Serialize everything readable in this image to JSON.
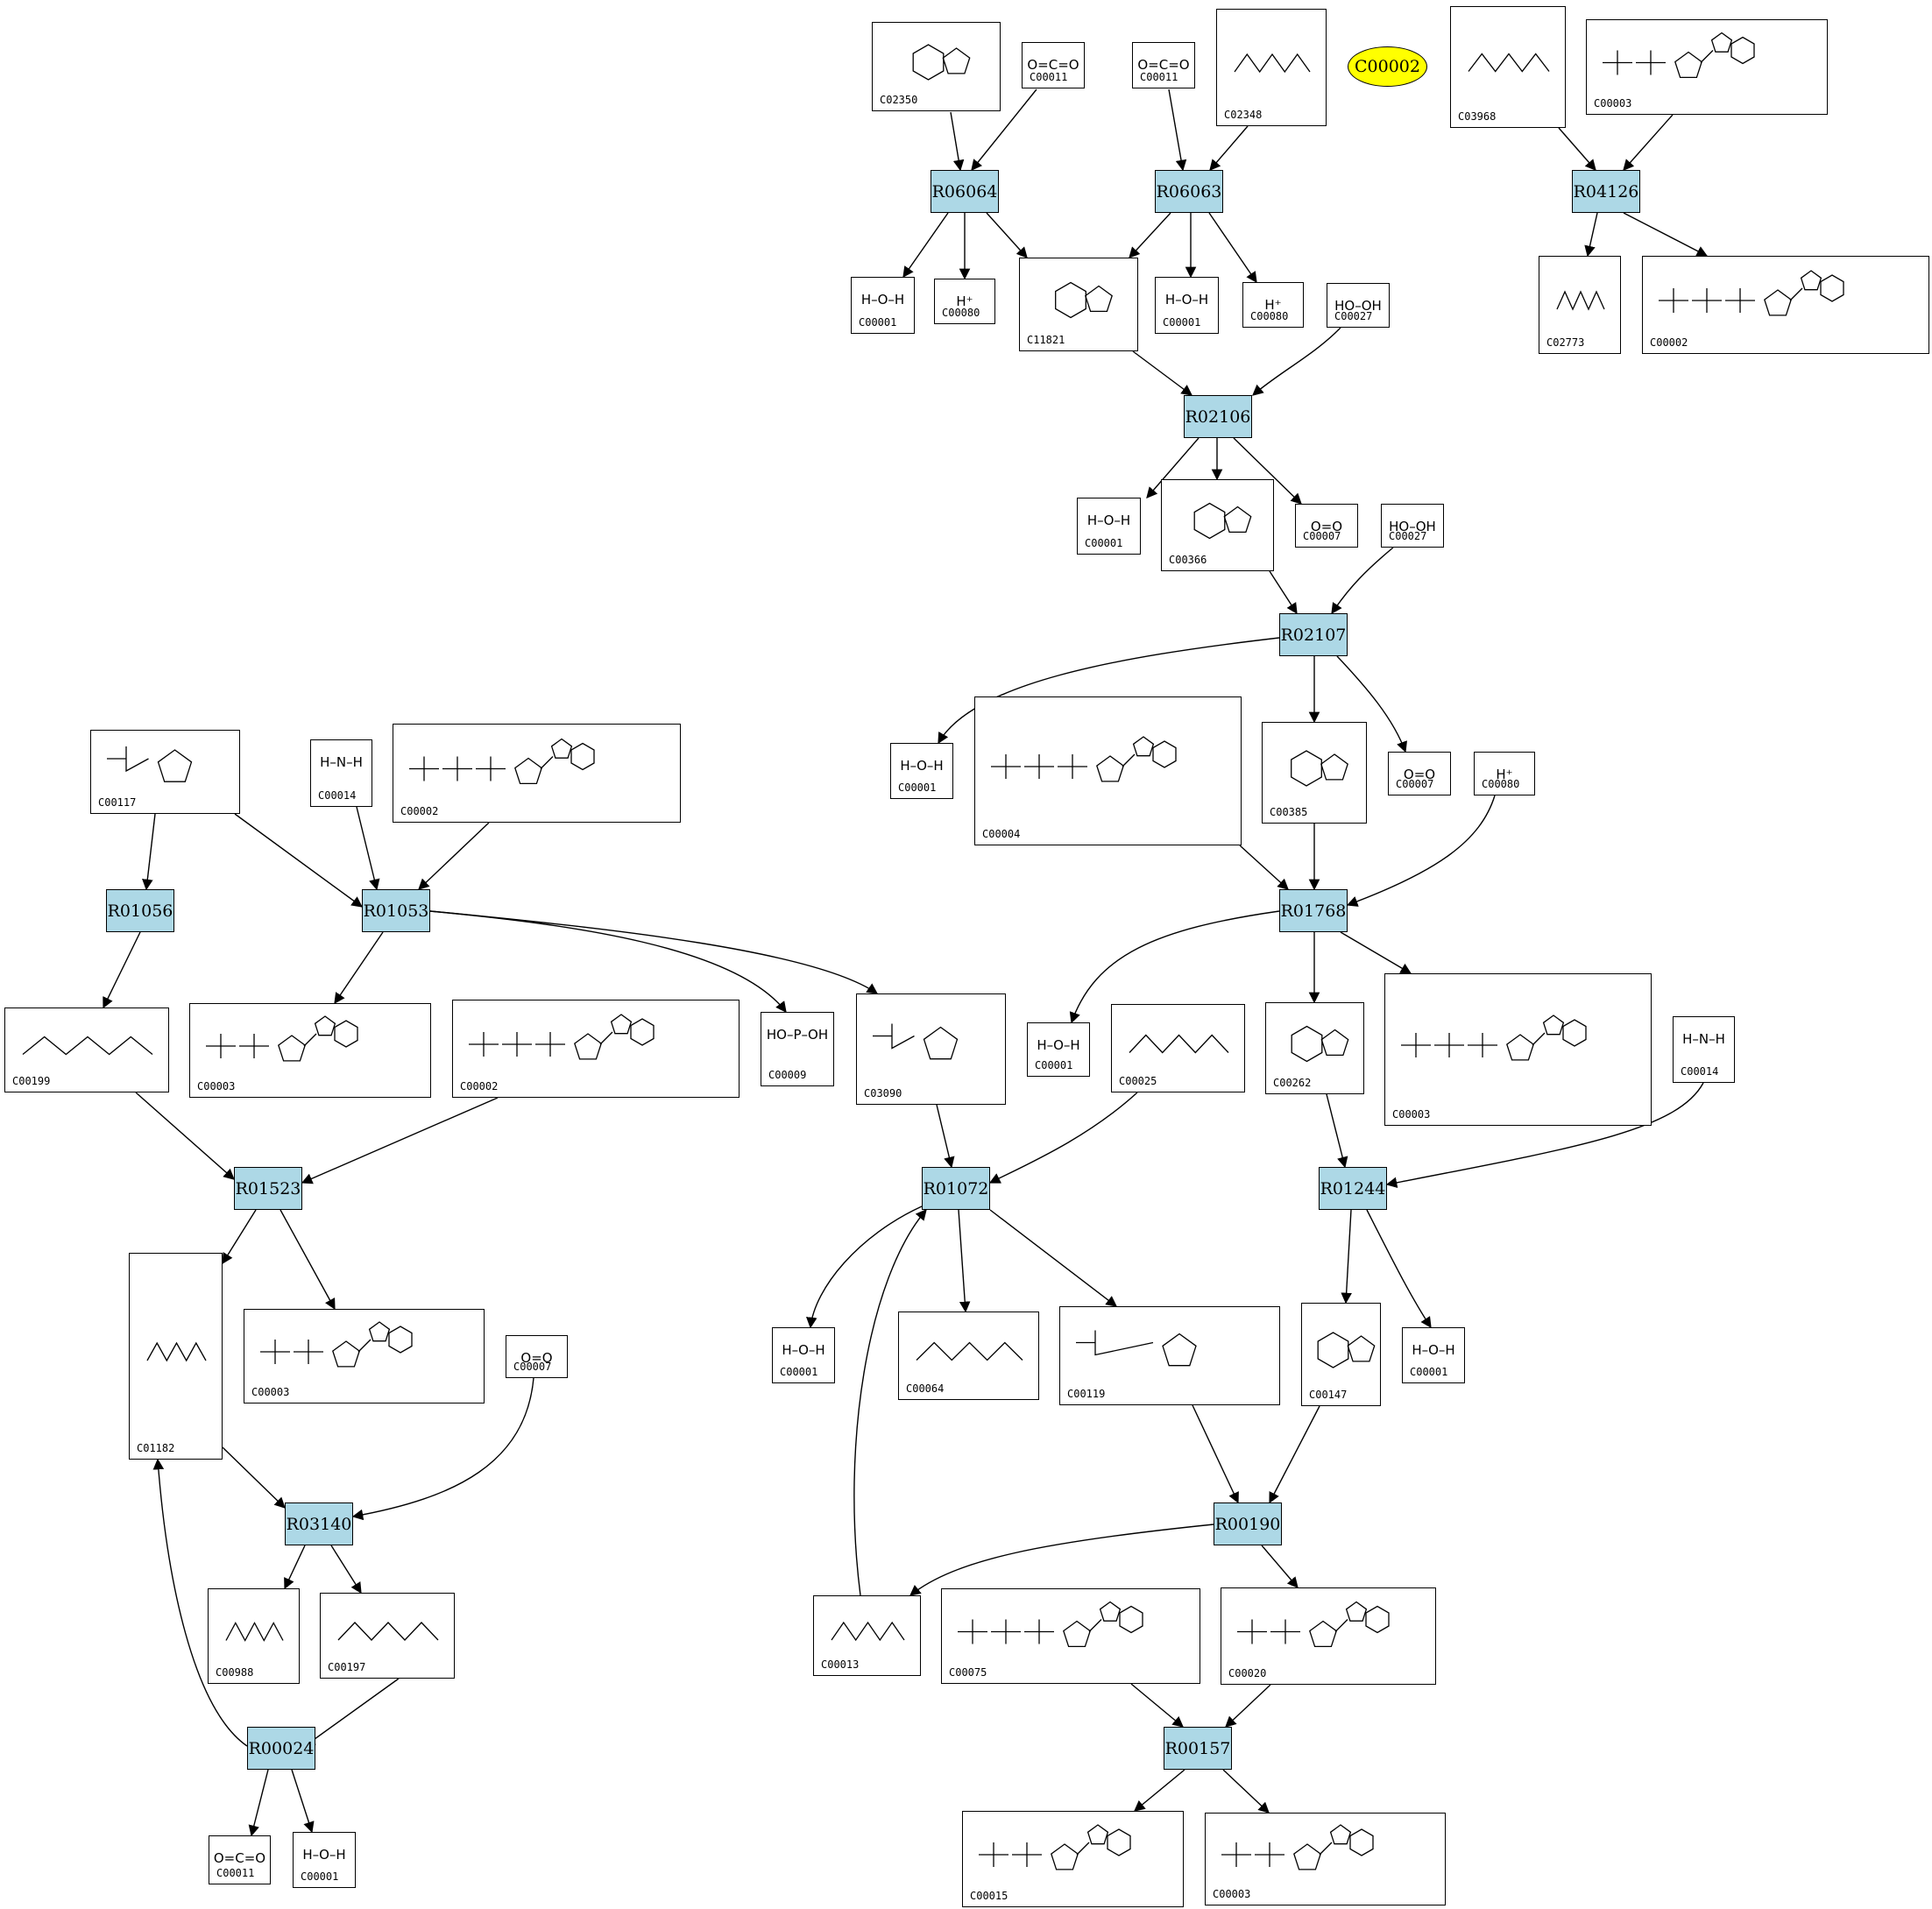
{
  "highlight": {
    "label": "C00002",
    "fill": "#ffff00"
  },
  "colors": {
    "reaction_fill": "#add8e6",
    "edge": "#000000",
    "compound_border": "#000000"
  },
  "reactions": [
    {
      "id": "R06064"
    },
    {
      "id": "R06063"
    },
    {
      "id": "R04126"
    },
    {
      "id": "R02106"
    },
    {
      "id": "R02107"
    },
    {
      "id": "R01768"
    },
    {
      "id": "R01056"
    },
    {
      "id": "R01053"
    },
    {
      "id": "R01523"
    },
    {
      "id": "R01072"
    },
    {
      "id": "R01244"
    },
    {
      "id": "R03140"
    },
    {
      "id": "R00190"
    },
    {
      "id": "R00024"
    },
    {
      "id": "R00157"
    }
  ],
  "compounds": [
    {
      "key": "c02350",
      "id": "C02350",
      "kind": "ring"
    },
    {
      "key": "c00011a",
      "id": "C00011",
      "kind": "formula",
      "formula": "O=C=O"
    },
    {
      "key": "c00011b",
      "id": "C00011",
      "kind": "formula",
      "formula": "O=C=O"
    },
    {
      "key": "c02348",
      "id": "C02348",
      "kind": "chain"
    },
    {
      "key": "c03968",
      "id": "C03968",
      "kind": "chain"
    },
    {
      "key": "c00003a",
      "id": "C00003",
      "kind": "nucleotide"
    },
    {
      "key": "c00001a",
      "id": "C00001",
      "kind": "formula",
      "formula": "H–O–H"
    },
    {
      "key": "c00080a",
      "id": "C00080",
      "kind": "formula",
      "formula": "H⁺"
    },
    {
      "key": "c11821",
      "id": "C11821",
      "kind": "ring"
    },
    {
      "key": "c00001b",
      "id": "C00001",
      "kind": "formula",
      "formula": "H–O–H"
    },
    {
      "key": "c00080b",
      "id": "C00080",
      "kind": "formula",
      "formula": "H⁺"
    },
    {
      "key": "c00027a",
      "id": "C00027",
      "kind": "formula",
      "formula": "HO–OH"
    },
    {
      "key": "c02773",
      "id": "C02773",
      "kind": "chain"
    },
    {
      "key": "c00002a",
      "id": "C00002",
      "kind": "nucleotide"
    },
    {
      "key": "c00001c",
      "id": "C00001",
      "kind": "formula",
      "formula": "H–O–H"
    },
    {
      "key": "c00366",
      "id": "C00366",
      "kind": "ring"
    },
    {
      "key": "c00007a",
      "id": "C00007",
      "kind": "formula",
      "formula": "O=O"
    },
    {
      "key": "c00027b",
      "id": "C00027",
      "kind": "formula",
      "formula": "HO–OH"
    },
    {
      "key": "c00001d",
      "id": "C00001",
      "kind": "formula",
      "formula": "H–O–H"
    },
    {
      "key": "c00004",
      "id": "C00004",
      "kind": "nucleotide"
    },
    {
      "key": "c00385",
      "id": "C00385",
      "kind": "ring"
    },
    {
      "key": "c00007b",
      "id": "C00007",
      "kind": "formula",
      "formula": "O=O"
    },
    {
      "key": "c00080c",
      "id": "C00080",
      "kind": "formula",
      "formula": "H⁺"
    },
    {
      "key": "c00117",
      "id": "C00117",
      "kind": "sugar"
    },
    {
      "key": "c00014a",
      "id": "C00014",
      "kind": "formula",
      "formula": "H–N–H"
    },
    {
      "key": "c00002b",
      "id": "C00002",
      "kind": "nucleotide"
    },
    {
      "key": "c00199",
      "id": "C00199",
      "kind": "chain"
    },
    {
      "key": "c00003b",
      "id": "C00003",
      "kind": "nucleotide"
    },
    {
      "key": "c00002c",
      "id": "C00002",
      "kind": "nucleotide"
    },
    {
      "key": "c00009",
      "id": "C00009",
      "kind": "formula",
      "formula": "HO–P–OH"
    },
    {
      "key": "c03090",
      "id": "C03090",
      "kind": "sugar"
    },
    {
      "key": "c00001e",
      "id": "C00001",
      "kind": "formula",
      "formula": "H–O–H"
    },
    {
      "key": "c00025",
      "id": "C00025",
      "kind": "chain"
    },
    {
      "key": "c00262",
      "id": "C00262",
      "kind": "ring"
    },
    {
      "key": "c00003c",
      "id": "C00003",
      "kind": "nucleotide"
    },
    {
      "key": "c00014b",
      "id": "C00014",
      "kind": "formula",
      "formula": "H–N–H"
    },
    {
      "key": "c01182",
      "id": "C01182",
      "kind": "chain"
    },
    {
      "key": "c00003d",
      "id": "C00003",
      "kind": "nucleotide"
    },
    {
      "key": "c00007c",
      "id": "C00007",
      "kind": "formula",
      "formula": "O=O"
    },
    {
      "key": "c00001f",
      "id": "C00001",
      "kind": "formula",
      "formula": "H–O–H"
    },
    {
      "key": "c00064",
      "id": "C00064",
      "kind": "chain"
    },
    {
      "key": "c00119",
      "id": "C00119",
      "kind": "sugar"
    },
    {
      "key": "c00147",
      "id": "C00147",
      "kind": "ring"
    },
    {
      "key": "c00001g",
      "id": "C00001",
      "kind": "formula",
      "formula": "H–O–H"
    },
    {
      "key": "c00988",
      "id": "C00988",
      "kind": "chain"
    },
    {
      "key": "c00197",
      "id": "C00197",
      "kind": "chain"
    },
    {
      "key": "c00013",
      "id": "C00013",
      "kind": "chain"
    },
    {
      "key": "c00075",
      "id": "C00075",
      "kind": "nucleotide"
    },
    {
      "key": "c00020",
      "id": "C00020",
      "kind": "nucleotide"
    },
    {
      "key": "c00011c",
      "id": "C00011",
      "kind": "formula",
      "formula": "O=C=O"
    },
    {
      "key": "c00001h",
      "id": "C00001",
      "kind": "formula",
      "formula": "H–O–H"
    },
    {
      "key": "c00015",
      "id": "C00015",
      "kind": "nucleotide"
    },
    {
      "key": "c00003e",
      "id": "C00003",
      "kind": "nucleotide"
    }
  ]
}
